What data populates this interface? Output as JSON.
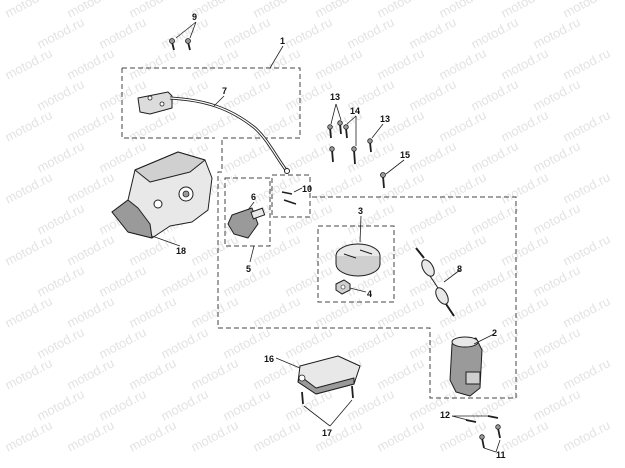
{
  "watermark": "motod.ru",
  "colors": {
    "outline": "#1f1f1f",
    "shade": "#9a9a9a",
    "fill": "#ececec",
    "watermark": "#e3e3e3"
  },
  "callouts": {
    "c1": "1",
    "c2": "2",
    "c3": "3",
    "c4": "4",
    "c5": "5",
    "c6": "6",
    "c7": "7",
    "c8": "8",
    "c9": "9",
    "c10": "10",
    "c11": "11",
    "c12": "12",
    "c13a": "13",
    "c13b": "13",
    "c14": "14",
    "c15": "15",
    "c16": "16",
    "c17": "17",
    "c18": "18"
  }
}
